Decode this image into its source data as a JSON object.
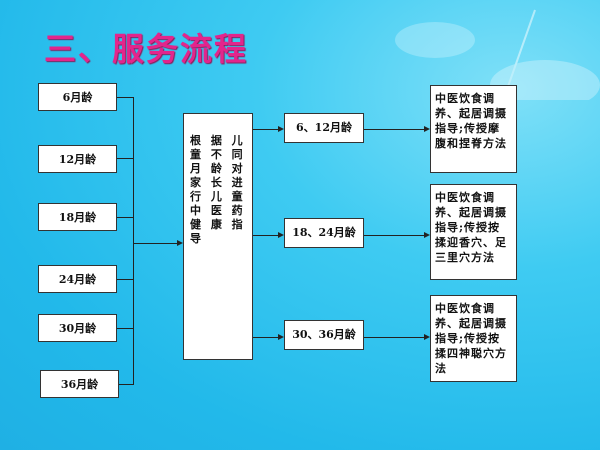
{
  "title": "三、服务流程",
  "ages": [
    "6月龄",
    "12月龄",
    "18月龄",
    "24月龄",
    "30月龄",
    "36月龄"
  ],
  "center": "根 据 儿 童 不 同 月 龄 对 家 长 进 行 儿 童 中 医 药 健 康 指导",
  "groups": [
    "6、12月龄",
    "18、24月龄",
    "30、36月龄"
  ],
  "guidance": [
    "中医饮食调养、起居调摄指导;传授摩腹和捏脊方法",
    "中医饮食调养、起居调摄指导;传授按揉迎香穴、足三里穴方法",
    "中医饮食调养、起居调摄指导;传授按揉四神聪穴方法"
  ]
}
